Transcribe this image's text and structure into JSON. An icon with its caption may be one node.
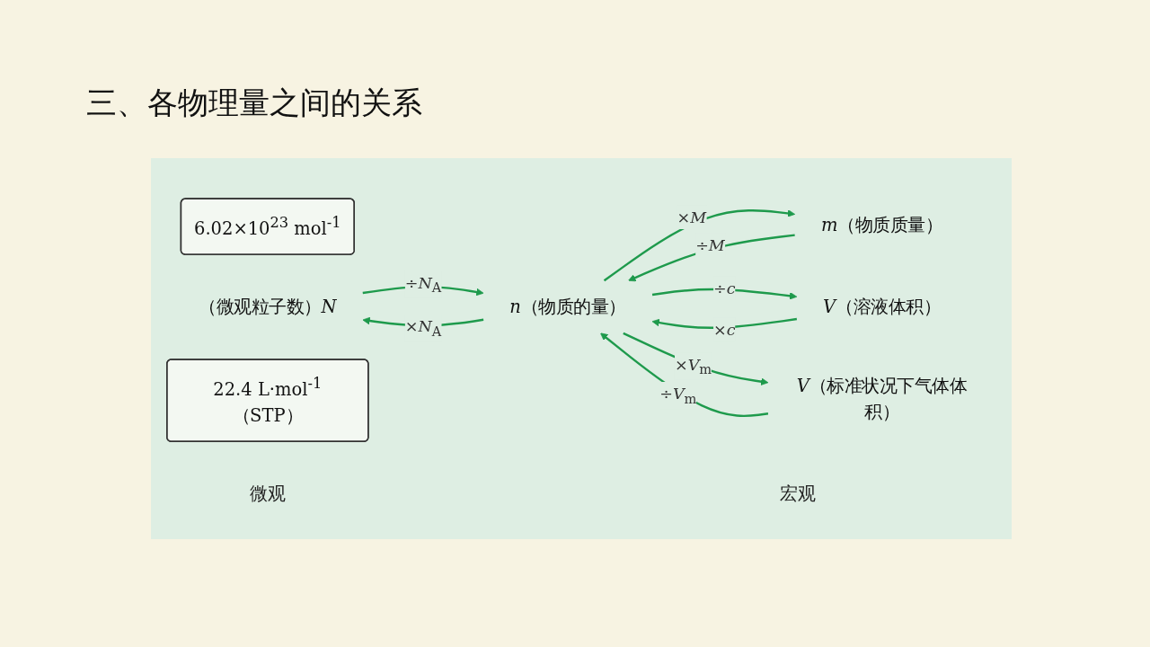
{
  "diagram": {
    "title": "三、各物理量之间的关系",
    "nodes": [
      {
        "text": [
          "6.02×10$^{23}$ mol$^{-1}$"
        ]
      },
      {
        "text": [
          "（微观粒子数）*N*"
        ]
      },
      {
        "text": [
          "*n*（物质的量）"
        ]
      },
      {
        "text": [
          "*m*（物质质量）"
        ]
      },
      {
        "text": [
          "*V*（溶液体积）"
        ]
      },
      {
        "text": [
          "*V*（标准状况下气体体积）"
        ]
      },
      {
        "text": [
          "22.4 L·mol$^{-1}$（STP）"
        ]
      }
    ],
    "edges": [
      {
        "from": 1,
        "to": 2,
        "arrow": "to",
        "label": "÷*N*$_{A}$"
      },
      {
        "from": 2,
        "to": 1,
        "arrow": "to",
        "label": "×*N*$_{A}$"
      },
      {
        "from": 2,
        "to": 3,
        "arrow": "to",
        "label": "×*M*"
      },
      {
        "from": 3,
        "to": 2,
        "arrow": "to",
        "label": "÷*M*"
      },
      {
        "from": 2,
        "to": 4,
        "arrow": "to",
        "label": "÷*c*"
      },
      {
        "from": 4,
        "to": 2,
        "arrow": "to",
        "label": "×*c*"
      },
      {
        "from": 2,
        "to": 5,
        "arrow": "to",
        "label": "×*V*$_{m}$"
      },
      {
        "from": 5,
        "to": 2,
        "arrow": "to",
        "label": "÷*V*$_{m}$"
      }
    ],
    "labels": [
      "微观",
      "宏观"
    ]
  }
}
